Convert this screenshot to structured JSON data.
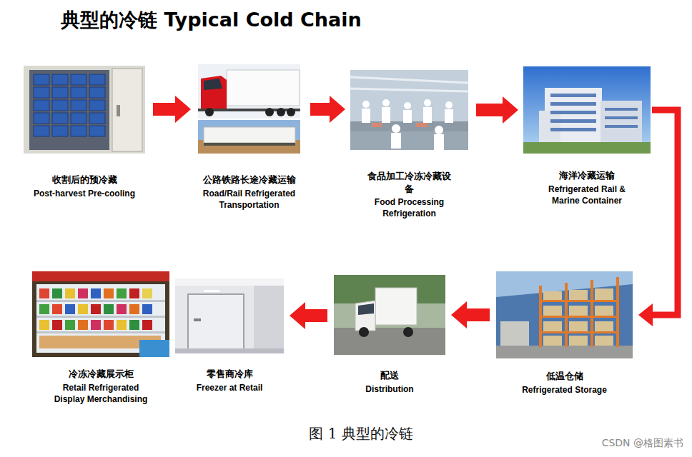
{
  "diagram": {
    "title": "典型的冷链 Typical Cold Chain",
    "caption": "图 1 典型的冷链",
    "nodes": [
      {
        "text": [
          "收割后的预冷藏",
          "Post-harvest Pre-cooling"
        ]
      },
      {
        "text": [
          "公路铁路长途冷藏运输",
          "Road/Rail Refrigerated Transportation"
        ]
      },
      {
        "text": [
          "食品加工冷冻冷藏设备",
          "Food Processing Refrigeration"
        ]
      },
      {
        "text": [
          "海洋冷藏运输",
          "Refrigerated Rail & Marine Container"
        ]
      },
      {
        "text": [
          "低温仓储",
          "Refrigerated Storage"
        ]
      },
      {
        "text": [
          "配送",
          "Distribution"
        ]
      },
      {
        "text": [
          "零售商冷库",
          "Freezer at Retail"
        ]
      },
      {
        "text": [
          "冷冻冷藏展示柜",
          "Retail Refrigerated Display Merchandising"
        ]
      }
    ],
    "edges": [
      {
        "from": 0,
        "to": 1,
        "arrow": "to"
      },
      {
        "from": 1,
        "to": 2,
        "arrow": "to"
      },
      {
        "from": 2,
        "to": 3,
        "arrow": "to"
      },
      {
        "from": 3,
        "to": 4,
        "arrow": "to"
      },
      {
        "from": 4,
        "to": 5,
        "arrow": "to"
      },
      {
        "from": 5,
        "to": 6,
        "arrow": "to"
      }
    ],
    "labels": [
      "CSDN @格图素书"
    ]
  }
}
